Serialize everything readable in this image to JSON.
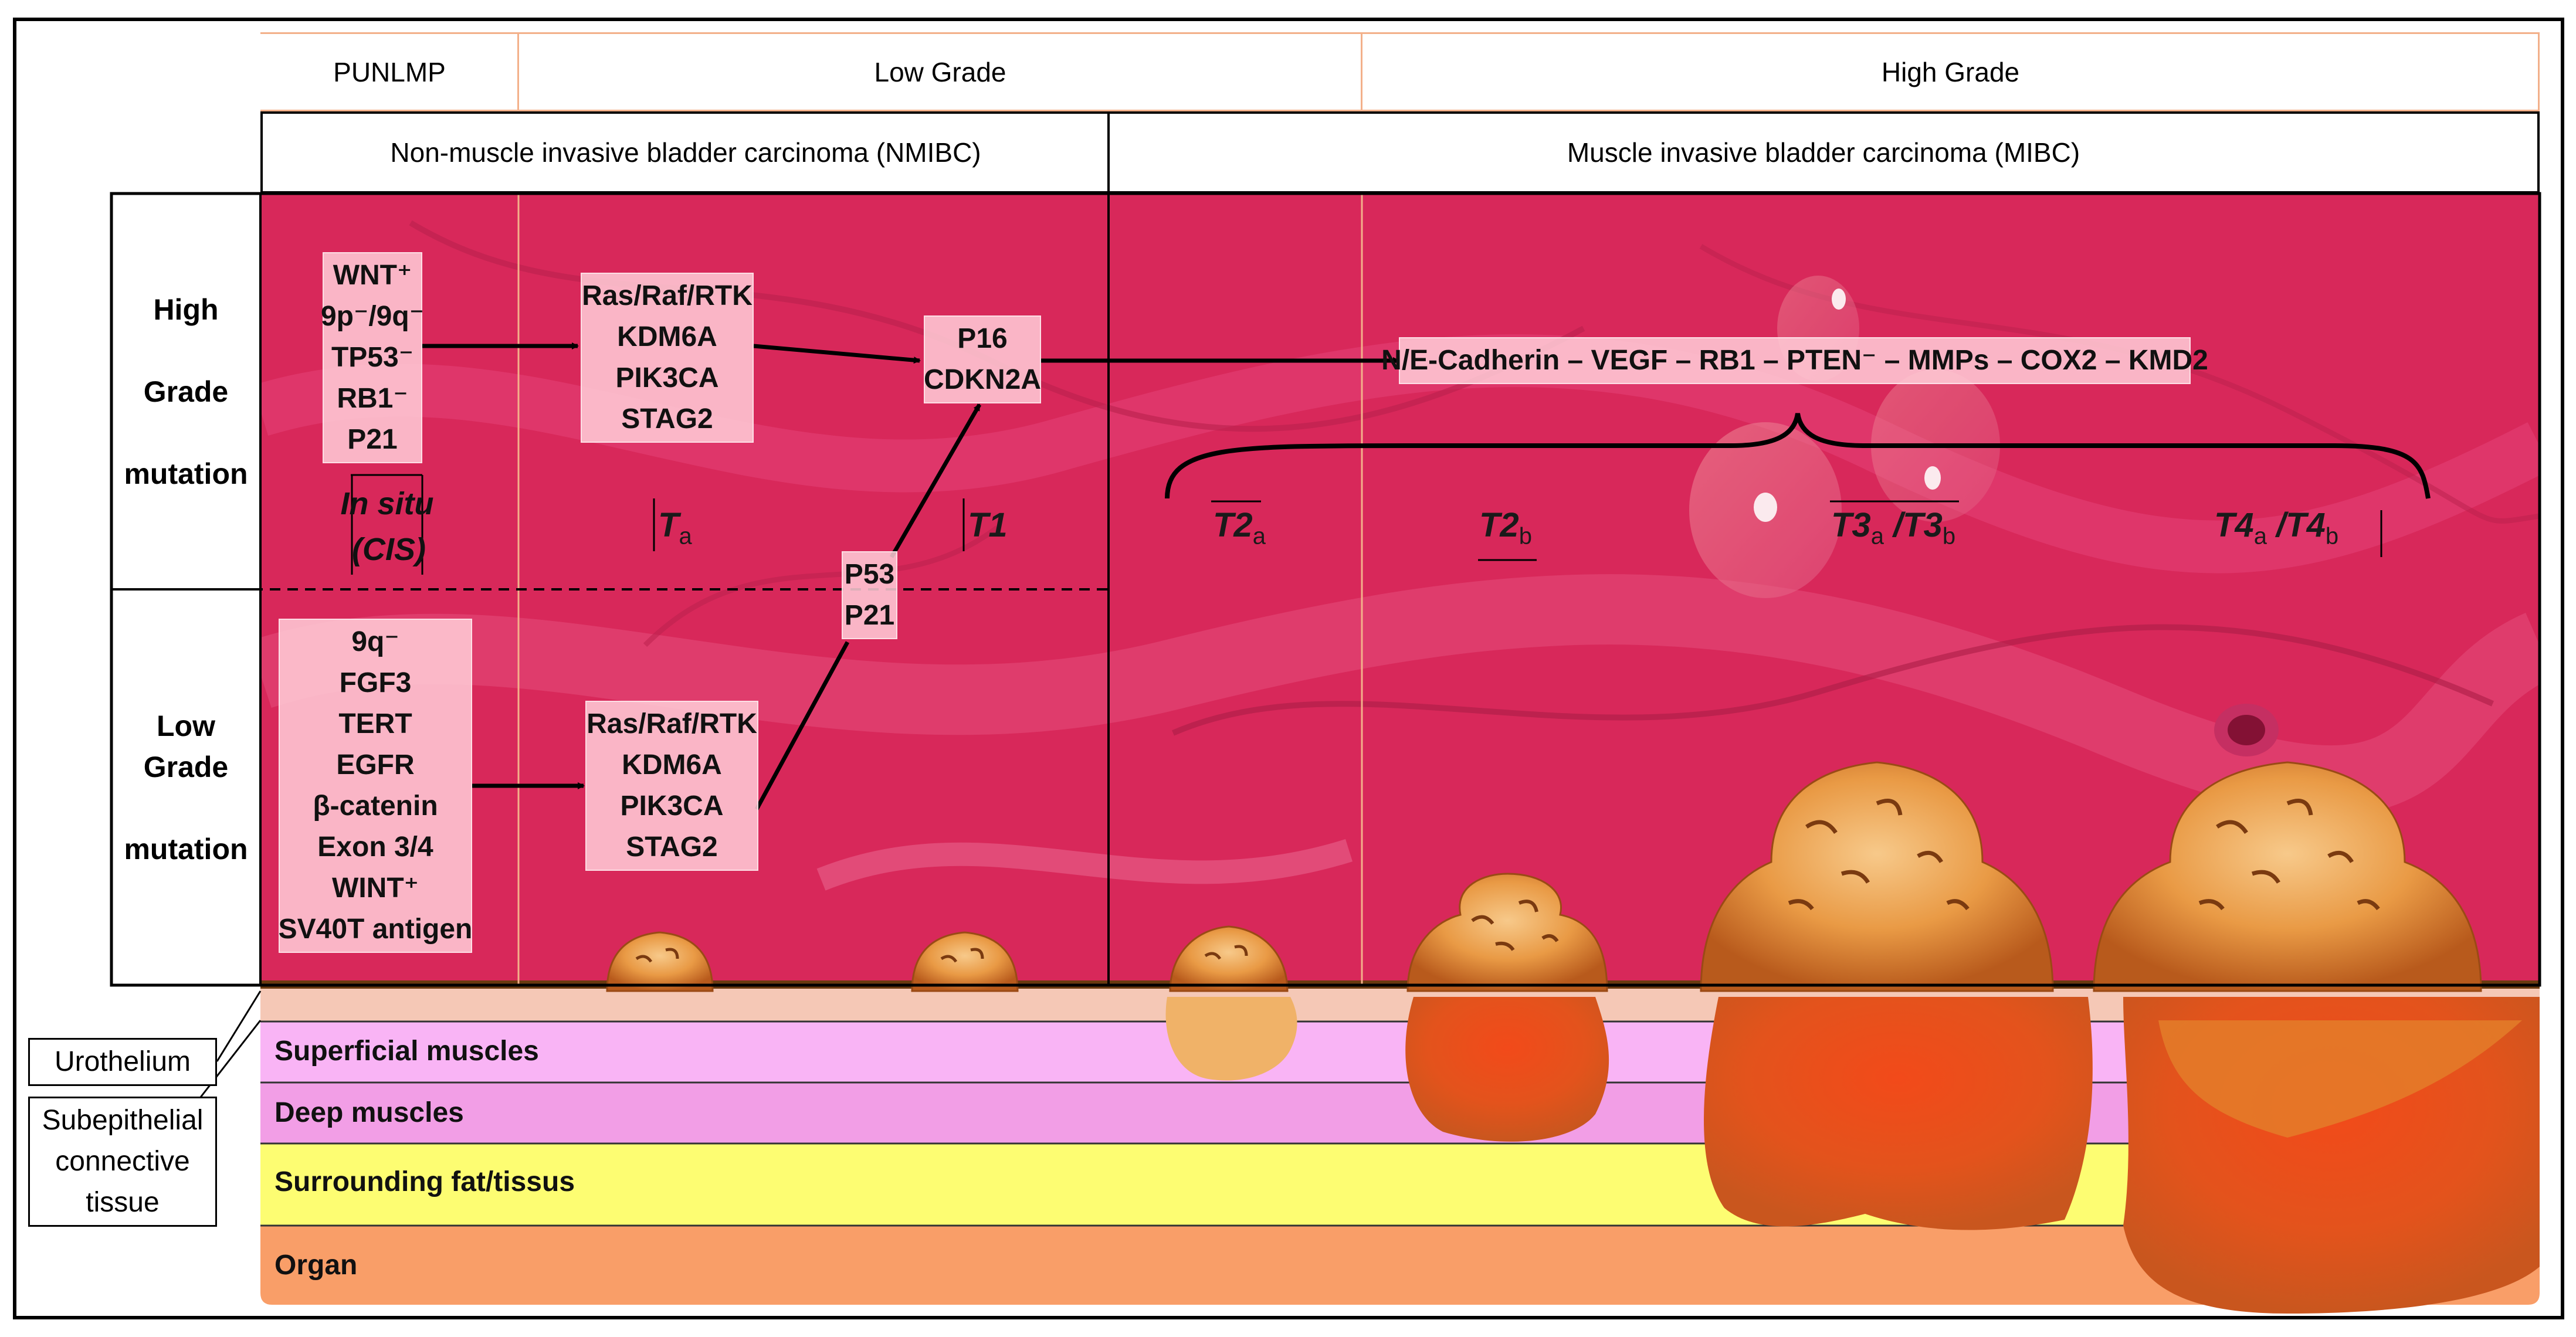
{
  "header": {
    "grades": {
      "punlmp": "PUNLMP",
      "low": "Low Grade",
      "high": "High Grade"
    },
    "categories": {
      "nmibc": "Non-muscle invasive bladder carcinoma (NMIBC)",
      "mibc": "Muscle invasive bladder carcinoma (MIBC)"
    }
  },
  "rows": {
    "high": [
      "High",
      "Grade",
      "mutation"
    ],
    "low": [
      "Low Grade",
      "mutation"
    ]
  },
  "boxes": {
    "hg_initial": [
      "WNT⁺",
      "9p⁻/9q⁻",
      "TP53⁻",
      "RB1⁻",
      "P21"
    ],
    "hg_ras": [
      "Ras/Raf/RTK",
      "KDM6A",
      "PIK3CA",
      "STAG2"
    ],
    "hg_p16": [
      "P16",
      "CDKN2A"
    ],
    "p53": [
      "P53",
      "P21"
    ],
    "lg_initial": [
      "9q⁻",
      "FGF3",
      "TERT",
      "EGFR",
      "β-catenin",
      "Exon 3/4",
      "WINT⁺",
      "SV40T antigen"
    ],
    "lg_ras": [
      "Ras/Raf/RTK",
      "KDM6A",
      "PIK3CA",
      "STAG2"
    ],
    "mibc_markers": "N/E-Cadherin – VEGF – RB1 – PTEN⁻ – MMPs – COX2 – KMD2"
  },
  "cis": {
    "line1": "In situ",
    "line2": "(CIS)"
  },
  "stages": {
    "ta": {
      "main": "T",
      "sub": "a"
    },
    "t1": {
      "main": "T1"
    },
    "t2a": {
      "main": "T2",
      "sub": "a"
    },
    "t2b": {
      "main": "T2",
      "sub": "b"
    },
    "t3": {
      "main1": "T3",
      "sub1": "a",
      "sep": " /",
      "main2": "T3",
      "sub2": "b"
    },
    "t4": {
      "main1": "T4",
      "sub1": "a",
      "sep": " /",
      "main2": "T4",
      "sub2": "b"
    }
  },
  "layers": {
    "superficial": "Superficial muscles",
    "deep": "Deep muscles",
    "fat": "Surrounding fat/tissus",
    "organ": "Organ"
  },
  "legend": {
    "urothelium": "Urothelium",
    "subepithelial": [
      "Subepithelial",
      "connective",
      "tissue"
    ]
  },
  "colors": {
    "tissue": "#d8285a",
    "urothelium": "#f5c8b6",
    "superficial": "#f9b4f5",
    "deep": "#f29ee6",
    "fat": "#fdfd72",
    "organ": "#f99e68",
    "grade_border": "#f3b08a"
  }
}
